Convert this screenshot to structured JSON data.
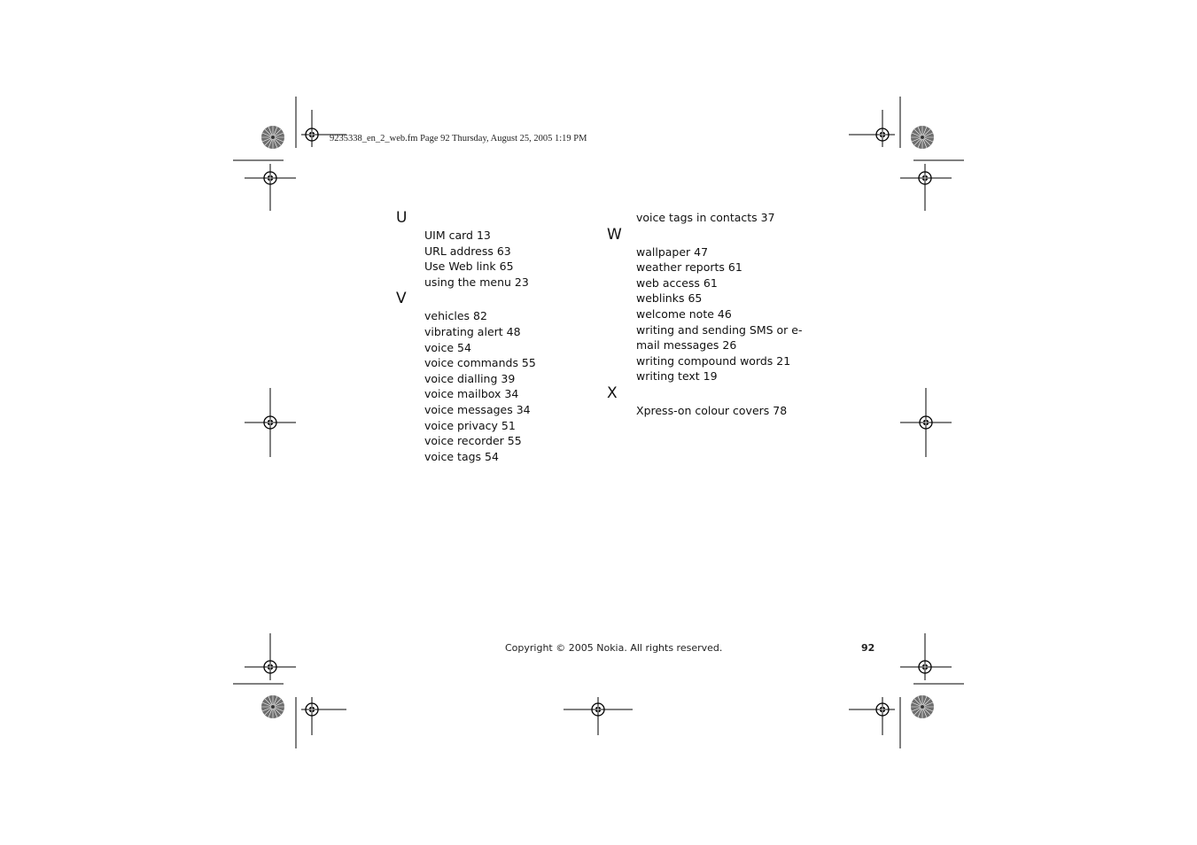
{
  "header": {
    "slug": "9235338_en_2_web.fm  Page 92  Thursday, August 25, 2005  1:19 PM"
  },
  "index": {
    "left": {
      "sections": [
        {
          "letter": "U",
          "entries": [
            "UIM card 13",
            "URL address 63",
            "Use Web link 65",
            "using the menu 23"
          ]
        },
        {
          "letter": "V",
          "entries": [
            "vehicles 82",
            "vibrating alert 48",
            "voice 54",
            "voice commands 55",
            "voice dialling 39",
            "voice mailbox 34",
            "voice messages 34",
            "voice privacy 51",
            "voice recorder 55",
            "voice tags 54"
          ]
        }
      ]
    },
    "right": {
      "continued": "voice tags in contacts 37",
      "sections": [
        {
          "letter": "W",
          "entries": [
            "wallpaper 47",
            "weather reports 61",
            "web access 61",
            "weblinks 65",
            "welcome note 46",
            "writing and sending SMS or e-",
            "mail messages 26",
            "writing compound words 21",
            "writing text 19"
          ]
        },
        {
          "letter": "X",
          "entries": [
            "Xpress-on colour covers 78"
          ]
        }
      ]
    }
  },
  "footer": {
    "copyright": "Copyright © 2005 Nokia. All rights reserved.",
    "page_number": "92"
  }
}
